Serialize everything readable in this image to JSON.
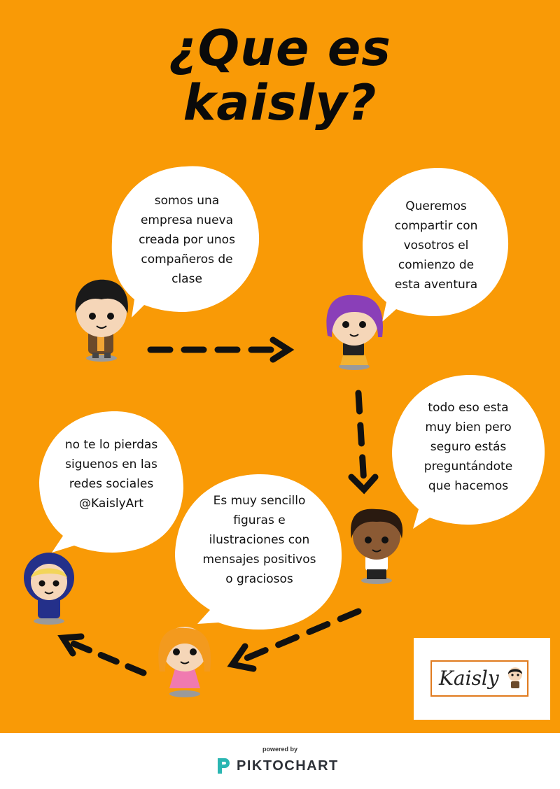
{
  "title": {
    "line1": "¿Que es",
    "line2": "kaisly?"
  },
  "bubbles": [
    {
      "id": "intro",
      "text": "somos una empresa nueva creada por unos compañeros de clase"
    },
    {
      "id": "share",
      "text": "Queremos compartir con vosotros el comienzo de esta aventura"
    },
    {
      "id": "question",
      "text": "todo eso esta muy bien pero seguro estás preguntándote que hacemos"
    },
    {
      "id": "answer",
      "text": "Es  muy sencillo figuras e ilustraciones con mensajes positivos o graciosos"
    },
    {
      "id": "follow",
      "text": "no te lo pierdas siguenos en las redes sociales @KaislyArt"
    }
  ],
  "logo": {
    "text": "Kaisly"
  },
  "footer": {
    "powered_by": "powered by",
    "brand": "PIKTOCHART"
  },
  "colors": {
    "background": "#f99a06",
    "bubble": "#ffffff",
    "arrow": "#111111",
    "logo_frame": "#e07a1e",
    "brand_teal": "#2bb6b2"
  }
}
